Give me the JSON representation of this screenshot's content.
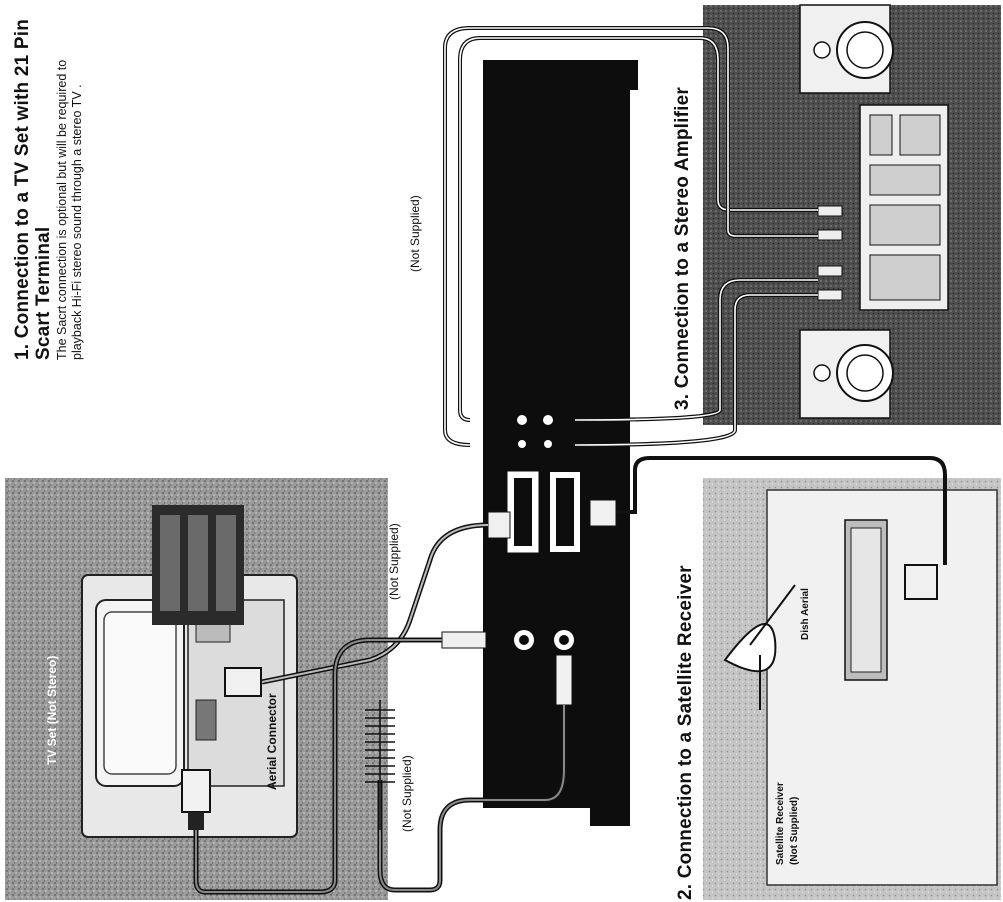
{
  "section1": {
    "title_line1": "1. Connection to a TV Set with 21 Pin",
    "title_line2": "Scart Terminal",
    "desc_line1": "The Sacrt connection is optional but will be required to",
    "desc_line2": "playback Hi-Fi stereo sound through a stereo TV ."
  },
  "section2": {
    "title": "2. Connection to a Satellite Receiver"
  },
  "section3": {
    "title": "3. Connection to a Stereo Amplifier"
  },
  "labels": {
    "not_supplied_top": "(Not Supplied)",
    "not_supplied_mid": "(Not Supplied)",
    "not_supplied_bottom": "(Not Supplied)",
    "tv_set": "TV Set (Not Stereo)",
    "aerial_connector": "Aerial Connector",
    "satellite_receiver_1": "Satellite Receiver",
    "satellite_receiver_2": "(Not Supplied)",
    "dish_aerial": "Dish Aerial"
  }
}
